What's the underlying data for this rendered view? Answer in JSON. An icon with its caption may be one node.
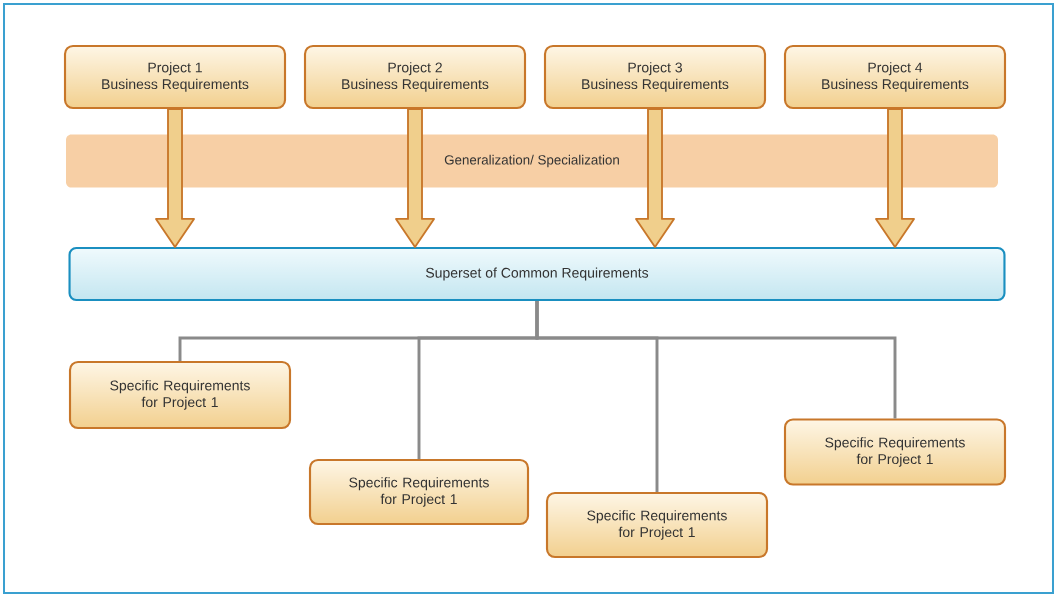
{
  "diagram": {
    "nodes": [
      {
        "text": [
          "Project 1",
          "Business Requirements"
        ]
      },
      {
        "text": [
          "Project 2",
          "Business Requirements"
        ]
      },
      {
        "text": [
          "Project 3",
          "Business Requirements"
        ]
      },
      {
        "text": [
          "Project 4",
          "Business Requirements"
        ]
      },
      {
        "text": [
          "Generalization/ Specialization"
        ]
      },
      {
        "text": [
          "Superset of Common Requirements"
        ]
      },
      {
        "text": [
          "Specific Requirements for Project 1"
        ]
      },
      {
        "text": [
          "Specific Requirements for Project 1"
        ]
      },
      {
        "text": [
          "Specific Requirements for Project 1"
        ]
      },
      {
        "text": [
          "Specific Requirements for Project 1"
        ]
      }
    ],
    "edges": [
      {
        "from": 0,
        "to": 5,
        "arrow": "to",
        "style": "thick",
        "color": "#f0cf8c"
      },
      {
        "from": 1,
        "to": 5,
        "arrow": "to",
        "style": "thick",
        "color": "#f0cf8c"
      },
      {
        "from": 2,
        "to": 5,
        "arrow": "to",
        "style": "thick",
        "color": "#f0cf8c"
      },
      {
        "from": 3,
        "to": 5,
        "arrow": "to",
        "style": "thick",
        "color": "#f0cf8c"
      },
      {
        "from": 5,
        "to": 6,
        "arrow": "none",
        "color": "#8a8a8a"
      },
      {
        "from": 5,
        "to": 7,
        "arrow": "none",
        "color": "#8a8a8a"
      },
      {
        "from": 5,
        "to": 8,
        "arrow": "none",
        "color": "#8a8a8a"
      },
      {
        "from": 5,
        "to": 9,
        "arrow": "none",
        "color": "#8a8a8a"
      }
    ]
  }
}
